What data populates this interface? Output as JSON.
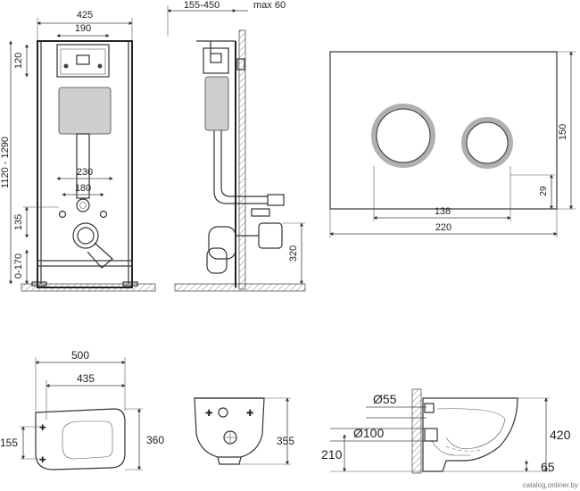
{
  "frame": {
    "width_label": "425",
    "plate_width_label": "190",
    "plate_height_label": "120",
    "total_height_label": "1120 - 1290",
    "pipe_spacing_label": "230",
    "stud_spacing_label": "180",
    "outlet_height_label": "135",
    "floor_adjust_label": "0-170"
  },
  "side": {
    "wall_range_label": "155-450",
    "max_label": "max 60",
    "drain_height_label": "320"
  },
  "flush_plate": {
    "width_label": "220",
    "height_label": "150",
    "button_spacing_label": "138",
    "bottom_offset_label": "29",
    "button_colors": {
      "ring": "#b0b0b0",
      "face": "#ffffff"
    }
  },
  "bowl_top": {
    "outer_width_label": "500",
    "inner_width_label": "435",
    "depth_label": "360",
    "bolt_spacing_label": "155"
  },
  "bowl_front": {
    "height_label": "355"
  },
  "bowl_side": {
    "inlet_diameter_label": "Ø55",
    "outlet_diameter_label": "Ø100",
    "height_label": "420",
    "outlet_height_label": "210",
    "bottom_label": "65"
  },
  "watermark": "catalog.onliner.by"
}
